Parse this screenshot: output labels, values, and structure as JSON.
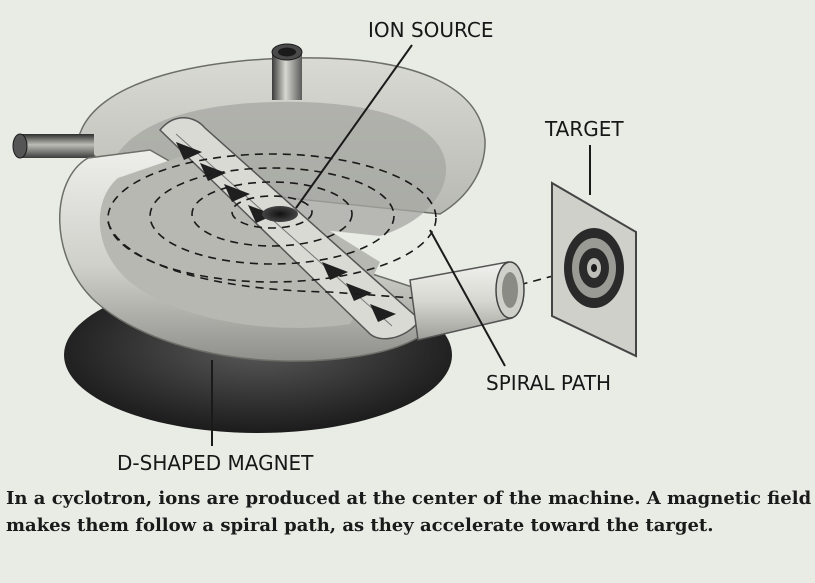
{
  "labels": {
    "ion_source": "ION SOURCE",
    "target": "TARGET",
    "spiral_path": "SPIRAL PATH",
    "d_shaped_magnet": "D-SHAPED MAGNET"
  },
  "caption": "In a cyclotron, ions are produced at the center of the machine. A magnetic field makes them follow a spiral path, as they accelerate toward the target.",
  "colors": {
    "background": "#e9ece5",
    "text": "#1a1a1a",
    "magnet_body": "#c9cbc4",
    "magnet_shadow": "#2a2a2a"
  }
}
